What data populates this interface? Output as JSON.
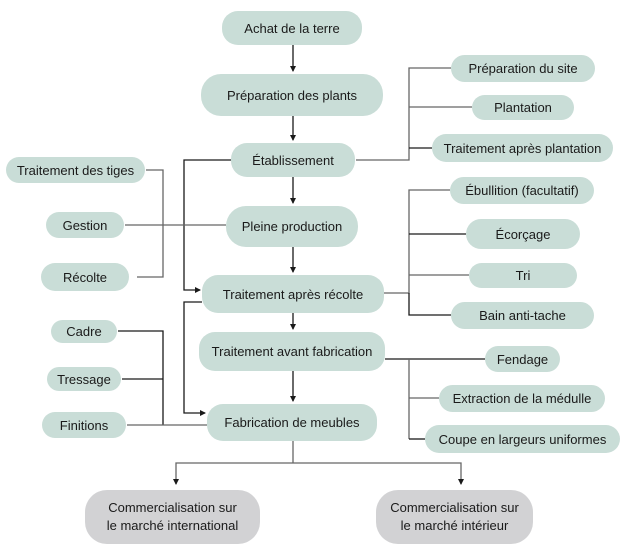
{
  "diagram": {
    "main_flow": [
      {
        "id": "achat",
        "label": "Achat de la terre"
      },
      {
        "id": "prep_plants",
        "label": "Préparation des plants"
      },
      {
        "id": "etab",
        "label": "Établissement"
      },
      {
        "id": "pleine",
        "label": "Pleine production"
      },
      {
        "id": "tar",
        "label": "Traitement après récolte"
      },
      {
        "id": "taf",
        "label": "Traitement avant fabrication"
      },
      {
        "id": "fab",
        "label": "Fabrication de meubles"
      }
    ],
    "etablissement_steps": [
      {
        "id": "prep_site",
        "label": "Préparation du site"
      },
      {
        "id": "plantation",
        "label": "Plantation"
      },
      {
        "id": "tap",
        "label": "Traitement après plantation"
      }
    ],
    "production_inputs": [
      {
        "id": "tiges",
        "label": "Traitement des tiges"
      },
      {
        "id": "gestion",
        "label": "Gestion"
      },
      {
        "id": "recolte",
        "label": "Récolte"
      }
    ],
    "post_harvest_steps": [
      {
        "id": "ebullition",
        "label": "Ébullition (facultatif)"
      },
      {
        "id": "ecorcage",
        "label": "Écorçage"
      },
      {
        "id": "tri",
        "label": "Tri"
      },
      {
        "id": "bain",
        "label": "Bain anti-tache"
      }
    ],
    "pre_fabrication_steps": [
      {
        "id": "fendage",
        "label": "Fendage"
      },
      {
        "id": "extraction",
        "label": "Extraction de la médulle"
      },
      {
        "id": "coupe",
        "label": "Coupe en largeurs uniformes"
      }
    ],
    "fabrication_inputs": [
      {
        "id": "cadre",
        "label": "Cadre"
      },
      {
        "id": "tressage",
        "label": "Tressage"
      },
      {
        "id": "finitions",
        "label": "Finitions"
      }
    ],
    "markets": [
      {
        "id": "intl",
        "label_line1": "Commercialisation sur",
        "label_line2": "le marché international"
      },
      {
        "id": "dom",
        "label_line1": "Commercialisation sur",
        "label_line2": "le marché intérieur"
      }
    ]
  },
  "colors": {
    "node_fill": "#c9ddd7",
    "market_fill": "#d2d2d4",
    "line": "#1a1a1a",
    "line_grey": "#666666"
  }
}
